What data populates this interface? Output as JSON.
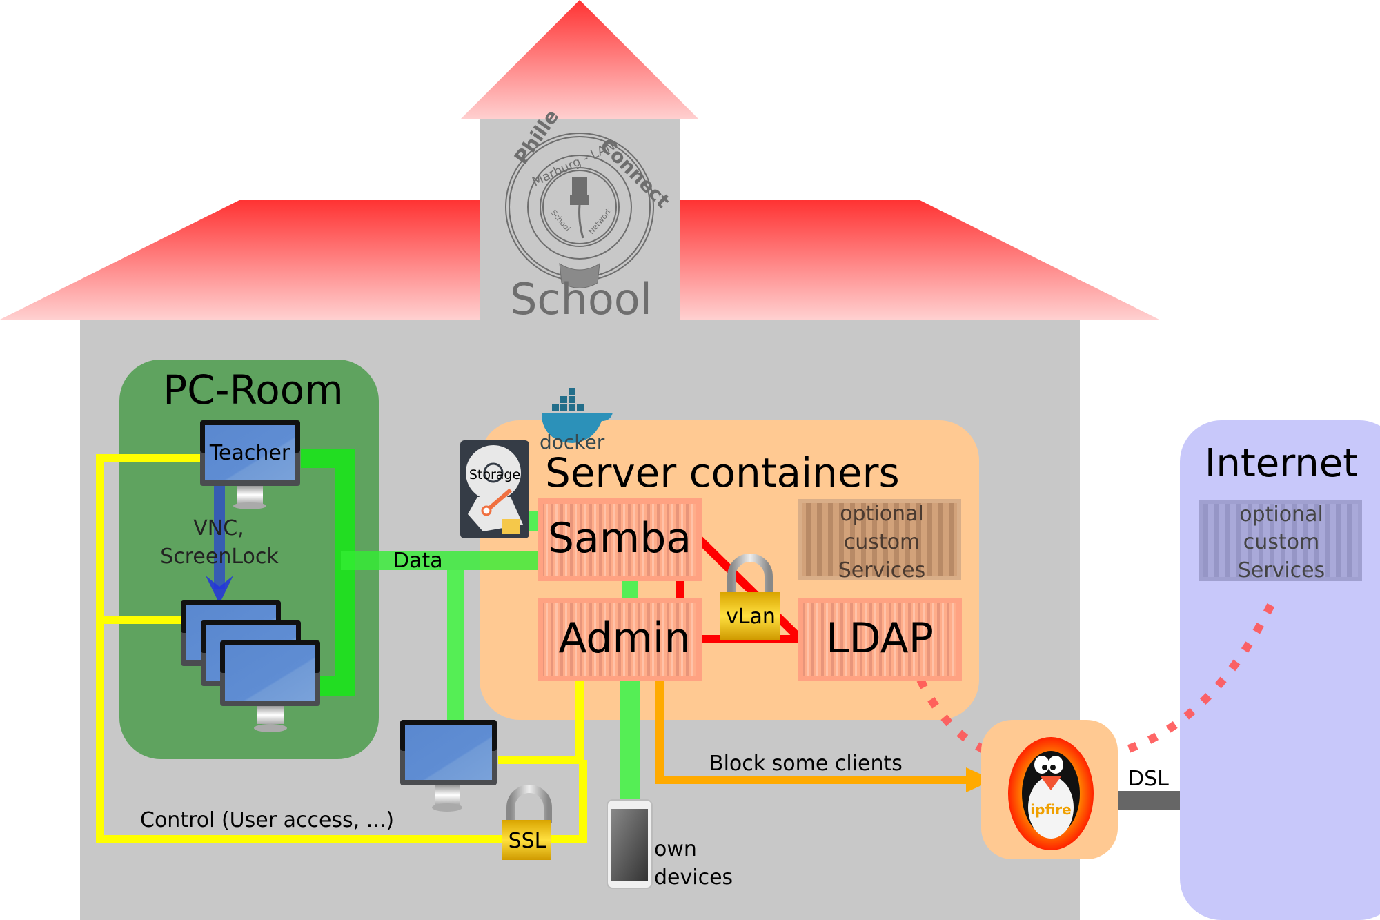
{
  "building": {
    "tower_label": "School",
    "logo": {
      "outer_text_left": "Phille",
      "outer_text_right": "Connect",
      "inner_text": "Marburg - LAN",
      "bottom_left": "School",
      "bottom_right": "Network",
      "icon": "ethernet-plug-icon"
    }
  },
  "pc_room": {
    "title": "PC-Room",
    "teacher_label": "Teacher",
    "vnc_label_line1": "VNC,",
    "vnc_label_line2": "ScreenLock"
  },
  "storage": {
    "label": "Storage",
    "icon": "hard-disk-icon"
  },
  "docker": {
    "label": "docker",
    "icon": "docker-whale-icon"
  },
  "server": {
    "title": "Server containers",
    "containers": [
      {
        "name": "Samba"
      },
      {
        "name": "Admin"
      },
      {
        "name": "LDAP"
      }
    ],
    "optional": {
      "line1": "optional",
      "line2": "custom",
      "line3": "Services"
    },
    "vlan_label": "vLan"
  },
  "connections": {
    "data_label": "Data",
    "control_label": "Control (User access, ...)",
    "ssl_label": "SSL",
    "block_label": "Block some clients",
    "dsl_label": "DSL"
  },
  "devices": {
    "own_line1": "own",
    "own_line2": "devices"
  },
  "firewall": {
    "name": "ipfire",
    "icon": "ipfire-penguin-icon"
  },
  "internet": {
    "title": "Internet",
    "optional": {
      "line1": "optional",
      "line2": "custom",
      "line3": "Services"
    }
  },
  "colors": {
    "roof_top": "#ff3333",
    "roof_bottom": "#ffcccc",
    "building": "#c8c8c8",
    "pc_room": "#5fa35f",
    "server_box": "#ffc992",
    "internet": "#c8c8fa",
    "data_line": "#22dd22",
    "control_line": "#ffff00",
    "vlan_line": "#ff0000",
    "block_line": "#ffaa00",
    "dotted_line": "#ff5555",
    "dsl_line": "#666666"
  }
}
